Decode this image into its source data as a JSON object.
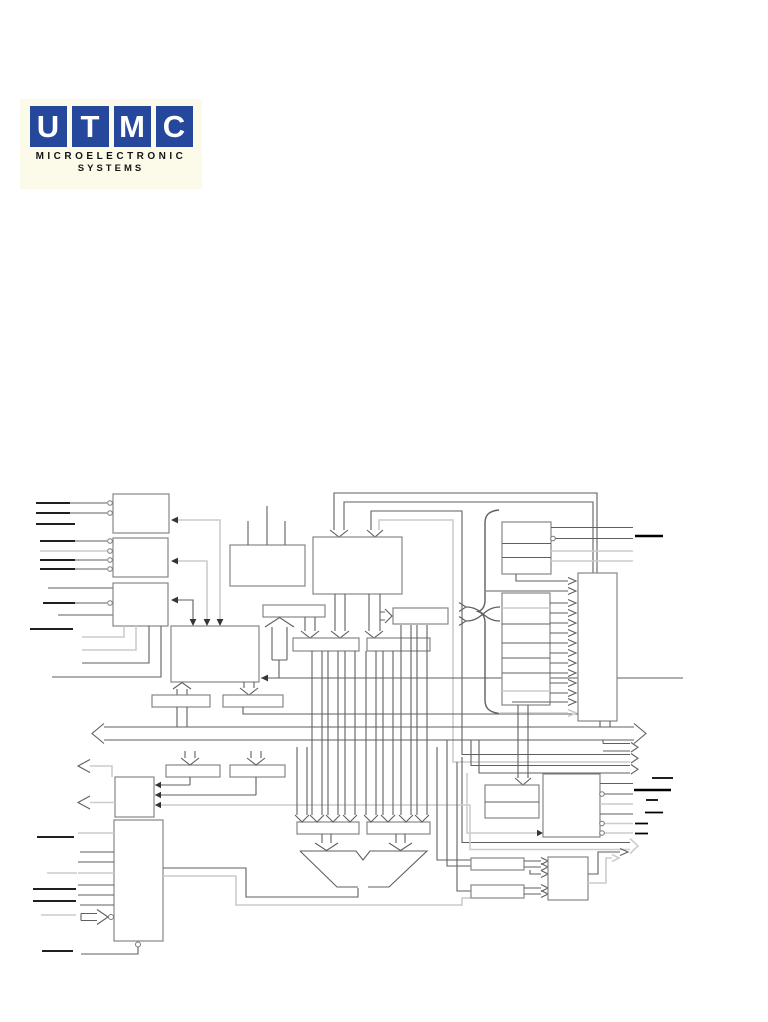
{
  "logo": {
    "letters": [
      "U",
      "T",
      "M",
      "C"
    ],
    "subtitle_line1": "MICROELECTRONIC",
    "subtitle_line2": "SYSTEMS",
    "colors": {
      "tile": "#26489c",
      "letter": "#ffffff",
      "subtitle": "#151515",
      "background": "#fcfbea"
    }
  },
  "diagram": {
    "has_text_labels": false,
    "colors": {
      "line_dark": "#5f5f5f",
      "line_light": "#cccccc",
      "line_black": "#000000",
      "box_fill": "#ffffff",
      "box_stroke": "#878787"
    },
    "components": [
      "input-latch-a",
      "input-latch-b",
      "input-latch-c",
      "decode-box",
      "instruction-box",
      "control-box",
      "pipeline-bars",
      "register-stack",
      "register-stack-brace",
      "operand-mux",
      "status-box",
      "interrupt-box",
      "alu",
      "output-buffer-box",
      "left-io-box",
      "bus-arrows",
      "crossover-symbol"
    ]
  }
}
